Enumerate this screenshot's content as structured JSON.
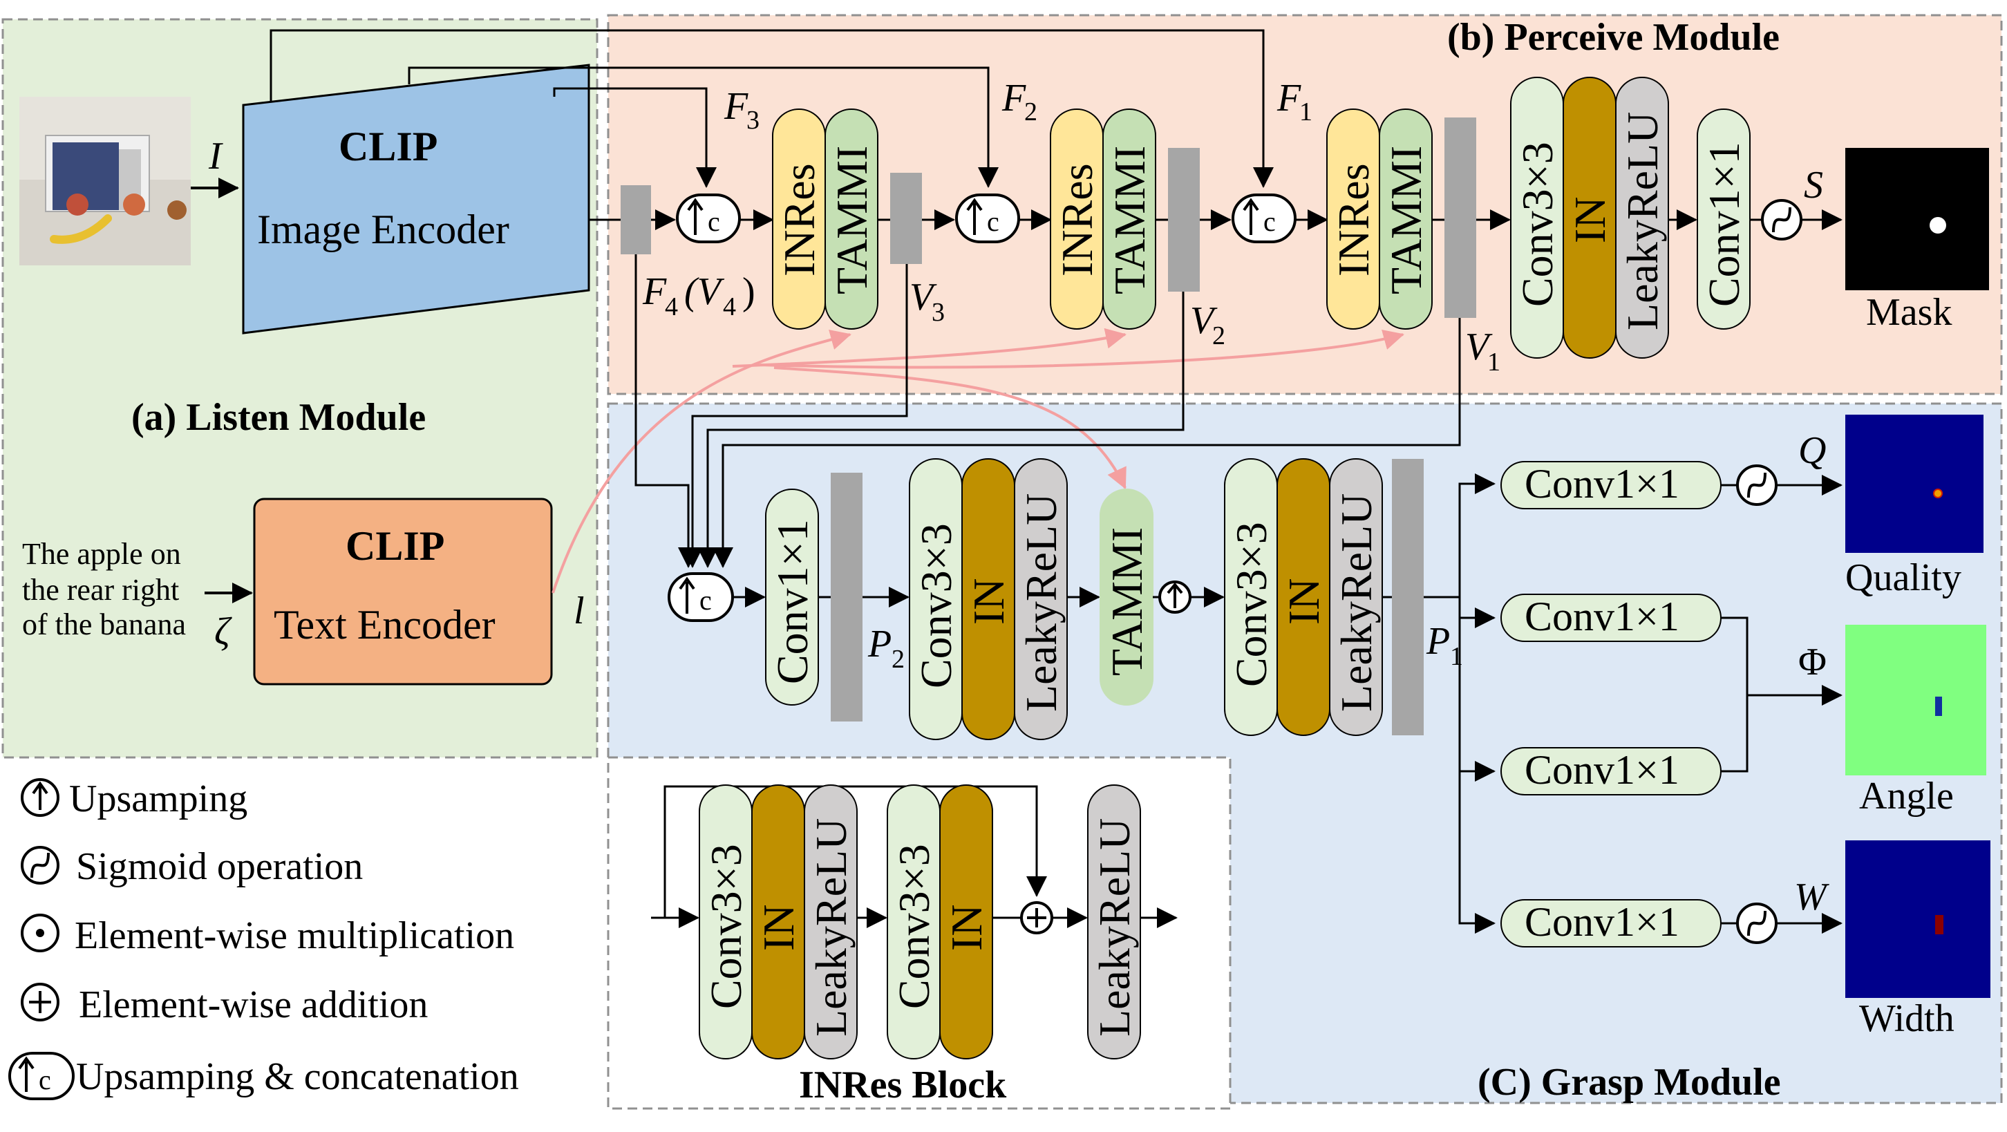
{
  "listen": {
    "title": "(a) Listen Module",
    "image_input": "I",
    "img_enc_title": "CLIP",
    "img_enc_sub": "Image Encoder",
    "txt_enc_title": "CLIP",
    "txt_enc_sub": "Text Encoder",
    "text_line1": "The apple on",
    "text_line2": "the rear right",
    "text_line3": "of the banana",
    "zeta": "ζ",
    "l": "l"
  },
  "perceive": {
    "title": "(b) Perceive Module",
    "F3": "F",
    "F3_sub": "3",
    "F2": "F",
    "F2_sub": "2",
    "F1": "F",
    "F1_sub": "1",
    "F4": "F",
    "F4_sub": "4",
    "F4_paren": "(V",
    "F4_paren_sub": "4",
    "F4_close": ")",
    "V3": "V",
    "V3_sub": "3",
    "V2": "V",
    "V2_sub": "2",
    "V1": "V",
    "V1_sub": "1",
    "inres": "INRes",
    "tammi": "TAMMI",
    "conv33": "Conv3×3",
    "in": "IN",
    "leaky": "LeakyReLU",
    "conv11": "Conv1×1",
    "S": "S",
    "mask": "Mask"
  },
  "grasp": {
    "title": "(C) Grasp Module",
    "conv11": "Conv1×1",
    "conv33": "Conv3×3",
    "in": "IN",
    "leaky": "LeakyReLU",
    "tammi": "TAMMI",
    "P2": "P",
    "P2_sub": "2",
    "P1": "P",
    "P1_sub": "1",
    "Q": "Q",
    "Phi": "Φ",
    "W": "W",
    "quality": "Quality",
    "angle": "Angle",
    "width": "Width"
  },
  "legend": {
    "upsampling": "Upsamping",
    "sigmoid": "Sigmoid operation",
    "mult": "Element-wise multiplication",
    "add": "Element-wise addition",
    "upcat": "Upsamping & concatenation"
  },
  "inres_block": {
    "title": "INRes Block",
    "conv33": "Conv3×3",
    "in": "IN",
    "leaky": "LeakyReLU"
  },
  "colors": {
    "listen_bg": "#e3efd9",
    "perceive_bg": "#fbe2d5",
    "grasp_bg": "#dde8f5",
    "clip_image": "#9dc3e6",
    "clip_text": "#f4b183",
    "inres": "#ffe699",
    "tammi": "#c5e0b4",
    "conv": "#e2f0d9",
    "in": "#bf9000",
    "leaky": "#d0cece",
    "feature": "#a6a6a6",
    "text_arrow": "#f4a0a0",
    "quality_bg": "#00008b",
    "angle_bg": "#80ff80"
  }
}
